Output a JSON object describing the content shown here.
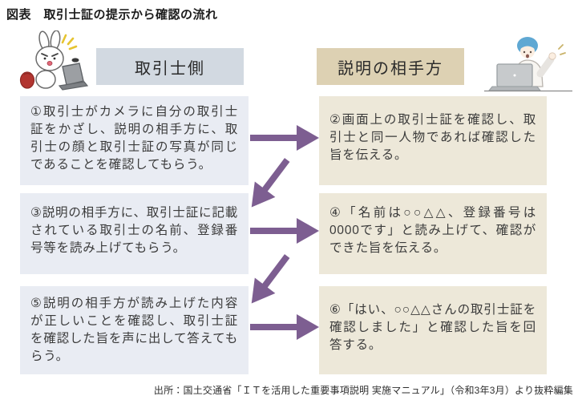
{
  "title": "図表　取引士証の提示から確認の流れ",
  "columns": {
    "left": {
      "header": "取引士側"
    },
    "right": {
      "header": "説明の相手方"
    }
  },
  "illustrations": {
    "left": "rabbit-at-laptop",
    "right": "person-at-laptop"
  },
  "steps": [
    {
      "id": 1,
      "side": "left",
      "text": "①取引士がカメラに自分の取引士証をかざし、説明の相手方に、取引士の顔と取引士証の写真が同じであることを確認してもらう。"
    },
    {
      "id": 2,
      "side": "right",
      "text": "②画面上の取引士証を確認し、取引士と同一人物であれば確認した旨を伝える。"
    },
    {
      "id": 3,
      "side": "left",
      "text": "③説明の相手方に、取引士証に記載されている取引士の名前、登録番号等を読み上げてもらう。"
    },
    {
      "id": 4,
      "side": "right",
      "text": "④「名前は○○△△、登録番号は0000です」と読み上げて、確認ができた旨を伝える。"
    },
    {
      "id": 5,
      "side": "left",
      "text": "⑤説明の相手方が読み上げた内容が正しいことを確認し、取引士証を確認した旨を声に出して答えてもらう。"
    },
    {
      "id": 6,
      "side": "right",
      "text": "⑥「はい、○○△△さんの取引士証を確認しました」と確認した旨を回答する。"
    }
  ],
  "flow": [
    "step1 → step2",
    "step2 → step3",
    "step3 → step4",
    "step4 → step5",
    "step5 → step6"
  ],
  "source": "出所：国土交通省「ＩＴを活用した重要事項説明 実施マニュアル」（令和3年3月）より抜粋編集",
  "colors": {
    "left_box_bg": "#e9ecf3",
    "left_header_bg": "#d2d9e1",
    "right_box_bg": "#ede8d9",
    "right_header_bg": "#ddd1b3",
    "arrow": "#7d5e91",
    "body_text": "#3b3b3b"
  }
}
